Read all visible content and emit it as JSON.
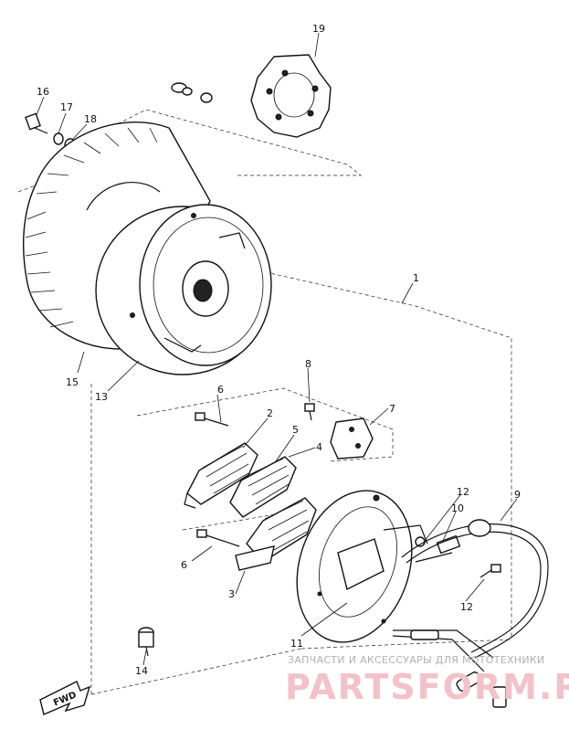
{
  "callouts": [
    "1",
    "2",
    "3",
    "4",
    "5",
    "6",
    "6",
    "7",
    "8",
    "9",
    "10",
    "11",
    "12",
    "12",
    "13",
    "14",
    "15",
    "16",
    "17",
    "18",
    "19"
  ],
  "fwd_label": "FWD",
  "watermark": {
    "caption": "ЗАПЧАСТИ И АКСЕССУАРЫ ДЛЯ МОТОТЕХНИКИ",
    "brand": "PARTSFORM.RU"
  }
}
